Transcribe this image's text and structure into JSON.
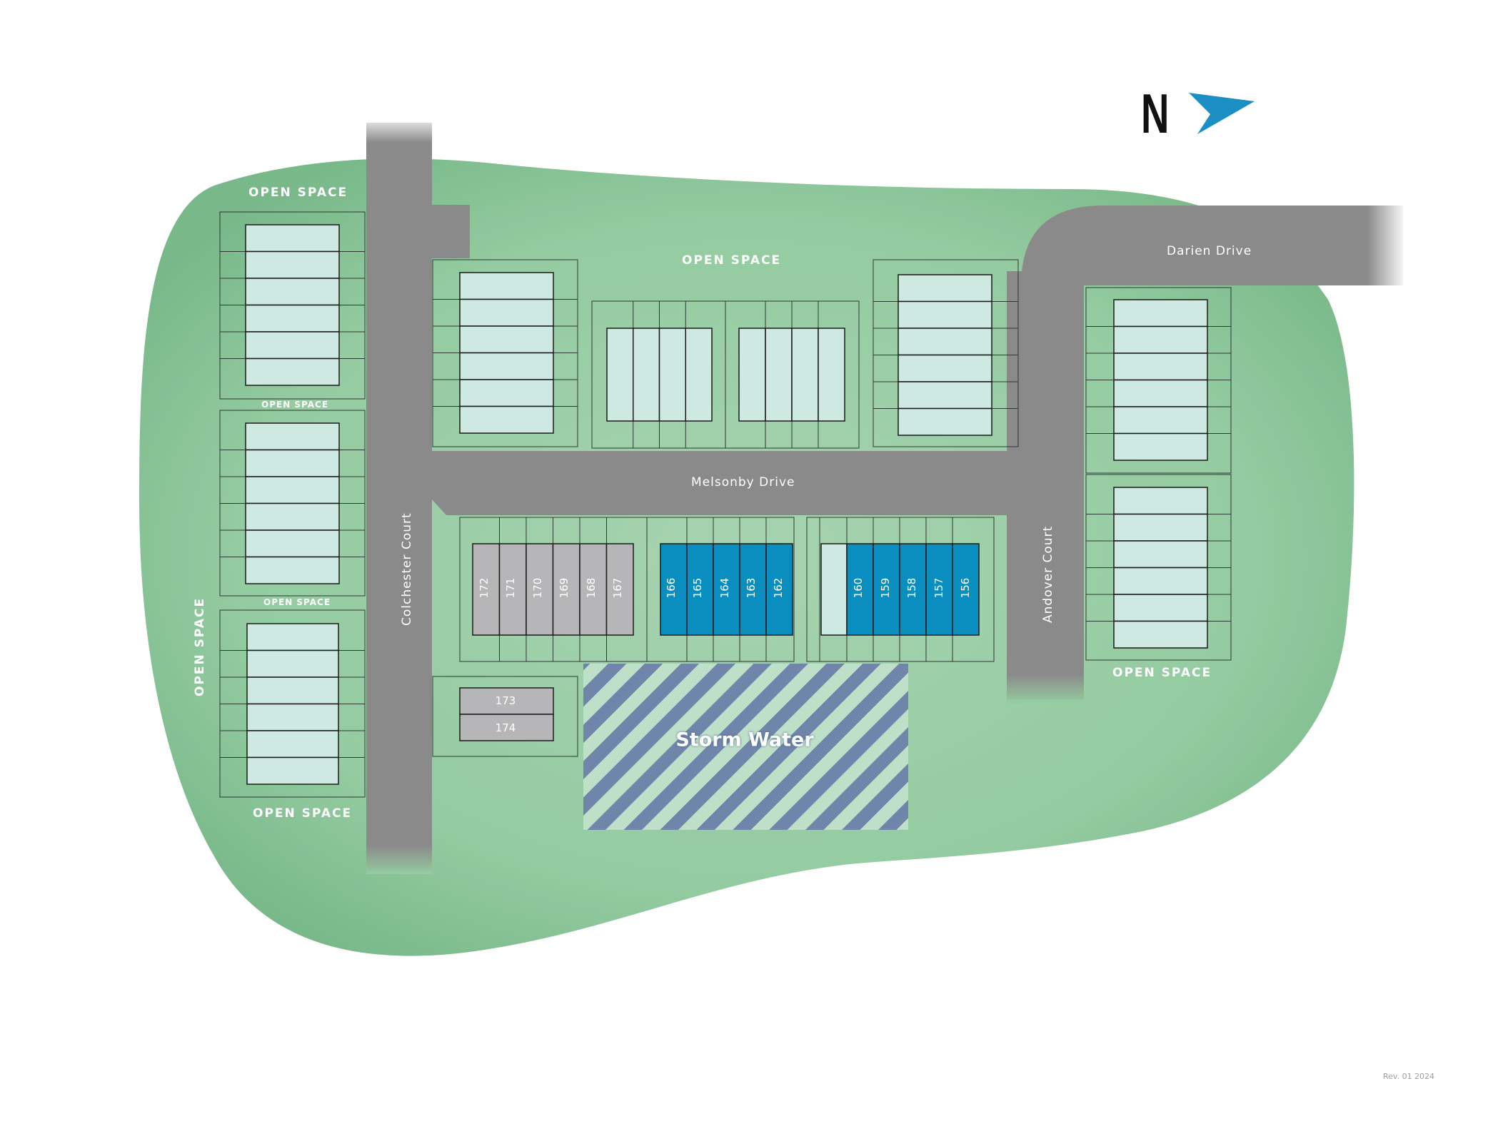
{
  "compass": {
    "letter": "N"
  },
  "revision": "Rev. 01 2024",
  "colors": {
    "green": "#8fc79b",
    "green_dark": "#6fb07f",
    "road": "#8a8a8a",
    "unit_light": "#cde9e1",
    "unit_gray": "#b6b6b8",
    "unit_blue": "#0a8ebf",
    "storm_stripe": "#6f85a9",
    "arrow": "#1b8fc4"
  },
  "roads": {
    "colchester": "Colchester Court",
    "melsonby": "Melsonby Drive",
    "andover": "Andover Court",
    "darien": "Darien Drive"
  },
  "open_space": {
    "top_left": "OPEN SPACE",
    "left_between_1": "OPEN SPACE",
    "left_between_2": "OPEN SPACE",
    "left_side": "OPEN SPACE",
    "bottom_left": "OPEN SPACE",
    "top_center": "OPEN SPACE",
    "right": "OPEN SPACE"
  },
  "storm_water": "Storm Water",
  "lots": {
    "gray": [
      "172",
      "171",
      "170",
      "169",
      "168",
      "167"
    ],
    "blue_a": [
      "166",
      "165",
      "164",
      "163",
      "162"
    ],
    "blue_b": [
      "160",
      "159",
      "158",
      "157",
      "156"
    ],
    "bottom": [
      "173",
      "174"
    ]
  }
}
